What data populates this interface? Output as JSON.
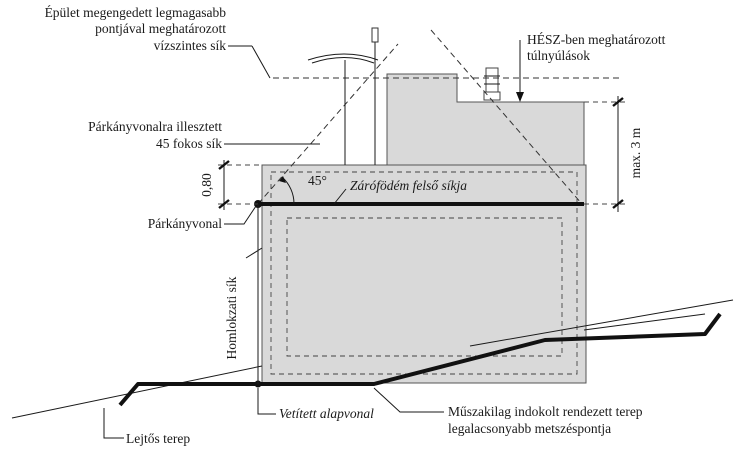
{
  "labels": {
    "top_plane_1": "Épület megengedett legmagasabb",
    "top_plane_2": "pontjával meghatározott",
    "top_plane_3": "vízszintes sík",
    "hesz_1": "HÉSZ-ben meghatározott",
    "hesz_2": "túlnyúlások",
    "plane45_1": "Párkányvonalra illesztett",
    "plane45_2": "45 fokos sík",
    "dim_080": "0,80",
    "angle": "45°",
    "zarofodem": "Zárófödém felső síkja",
    "parkanyvonal": "Párkányvonal",
    "max3m": "max. 3 m",
    "homlokzati": "Homlokzati sík",
    "lejtos": "Lejtős terep",
    "vetitett": "Vetített alapvonal",
    "muszaki_1": "Műszakilag indokolt rendezett terep",
    "muszaki_2": "legalacsonyabb metszéspontja"
  },
  "colors": {
    "ink": "#1a1a1a",
    "building_fill": "#d9d9d9",
    "background": "#ffffff"
  }
}
